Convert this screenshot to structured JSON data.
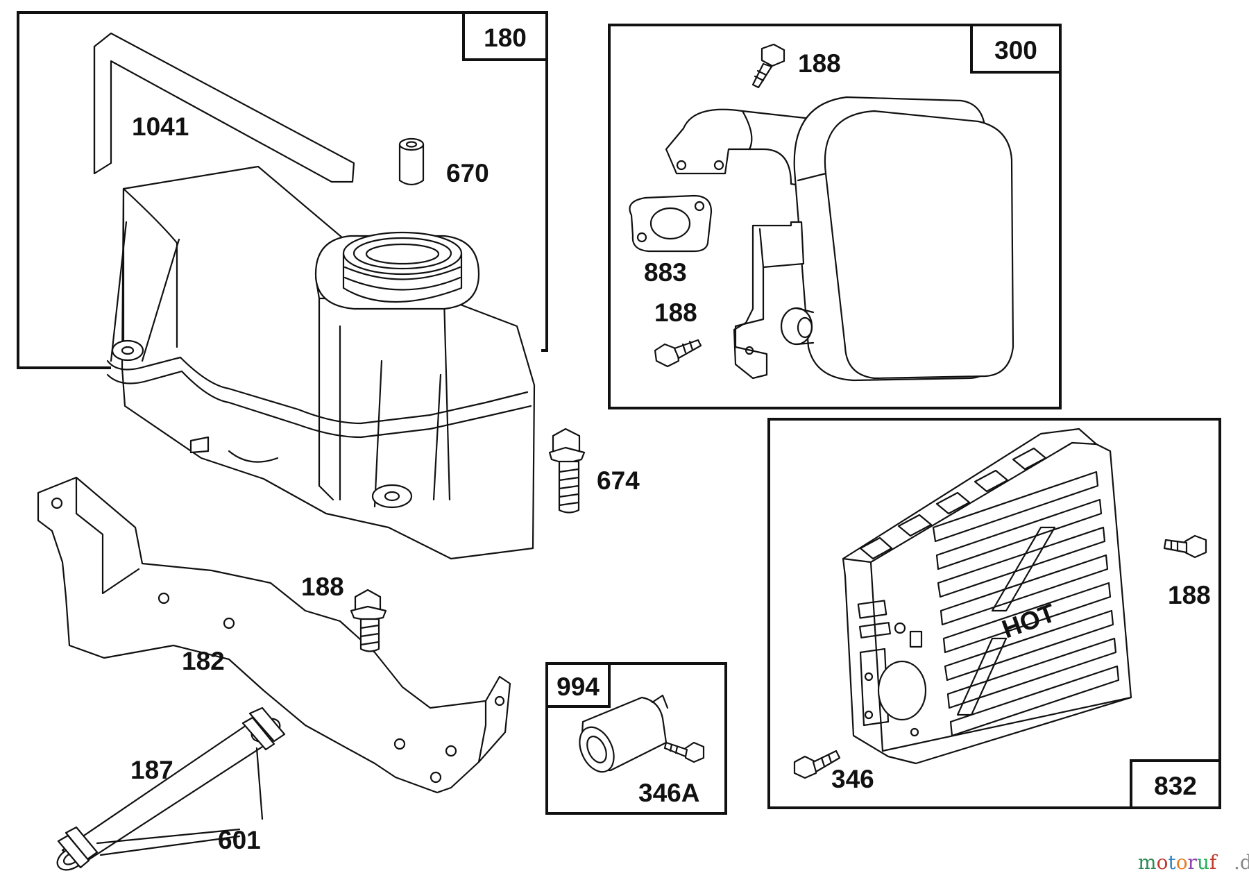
{
  "boxes": {
    "box_180": "180",
    "box_300": "300",
    "box_832": "832",
    "box_994": "994"
  },
  "parts": {
    "p1041": "1041",
    "p670": "670",
    "p674": "674",
    "p188_top": "188",
    "p883": "883",
    "p188_muffler": "188",
    "p188_bracket": "188",
    "p188_guard": "188",
    "p182": "182",
    "p187": "187",
    "p601": "601",
    "p346A": "346A",
    "p346": "346"
  },
  "guard_text": "HOT",
  "watermark": {
    "text": "motoruf",
    "suffix": ".de",
    "colors": [
      "#2e8b57",
      "#c0392b",
      "#2e86c1",
      "#e67e22",
      "#8e44ad",
      "#27ae60",
      "#c0392b"
    ]
  }
}
